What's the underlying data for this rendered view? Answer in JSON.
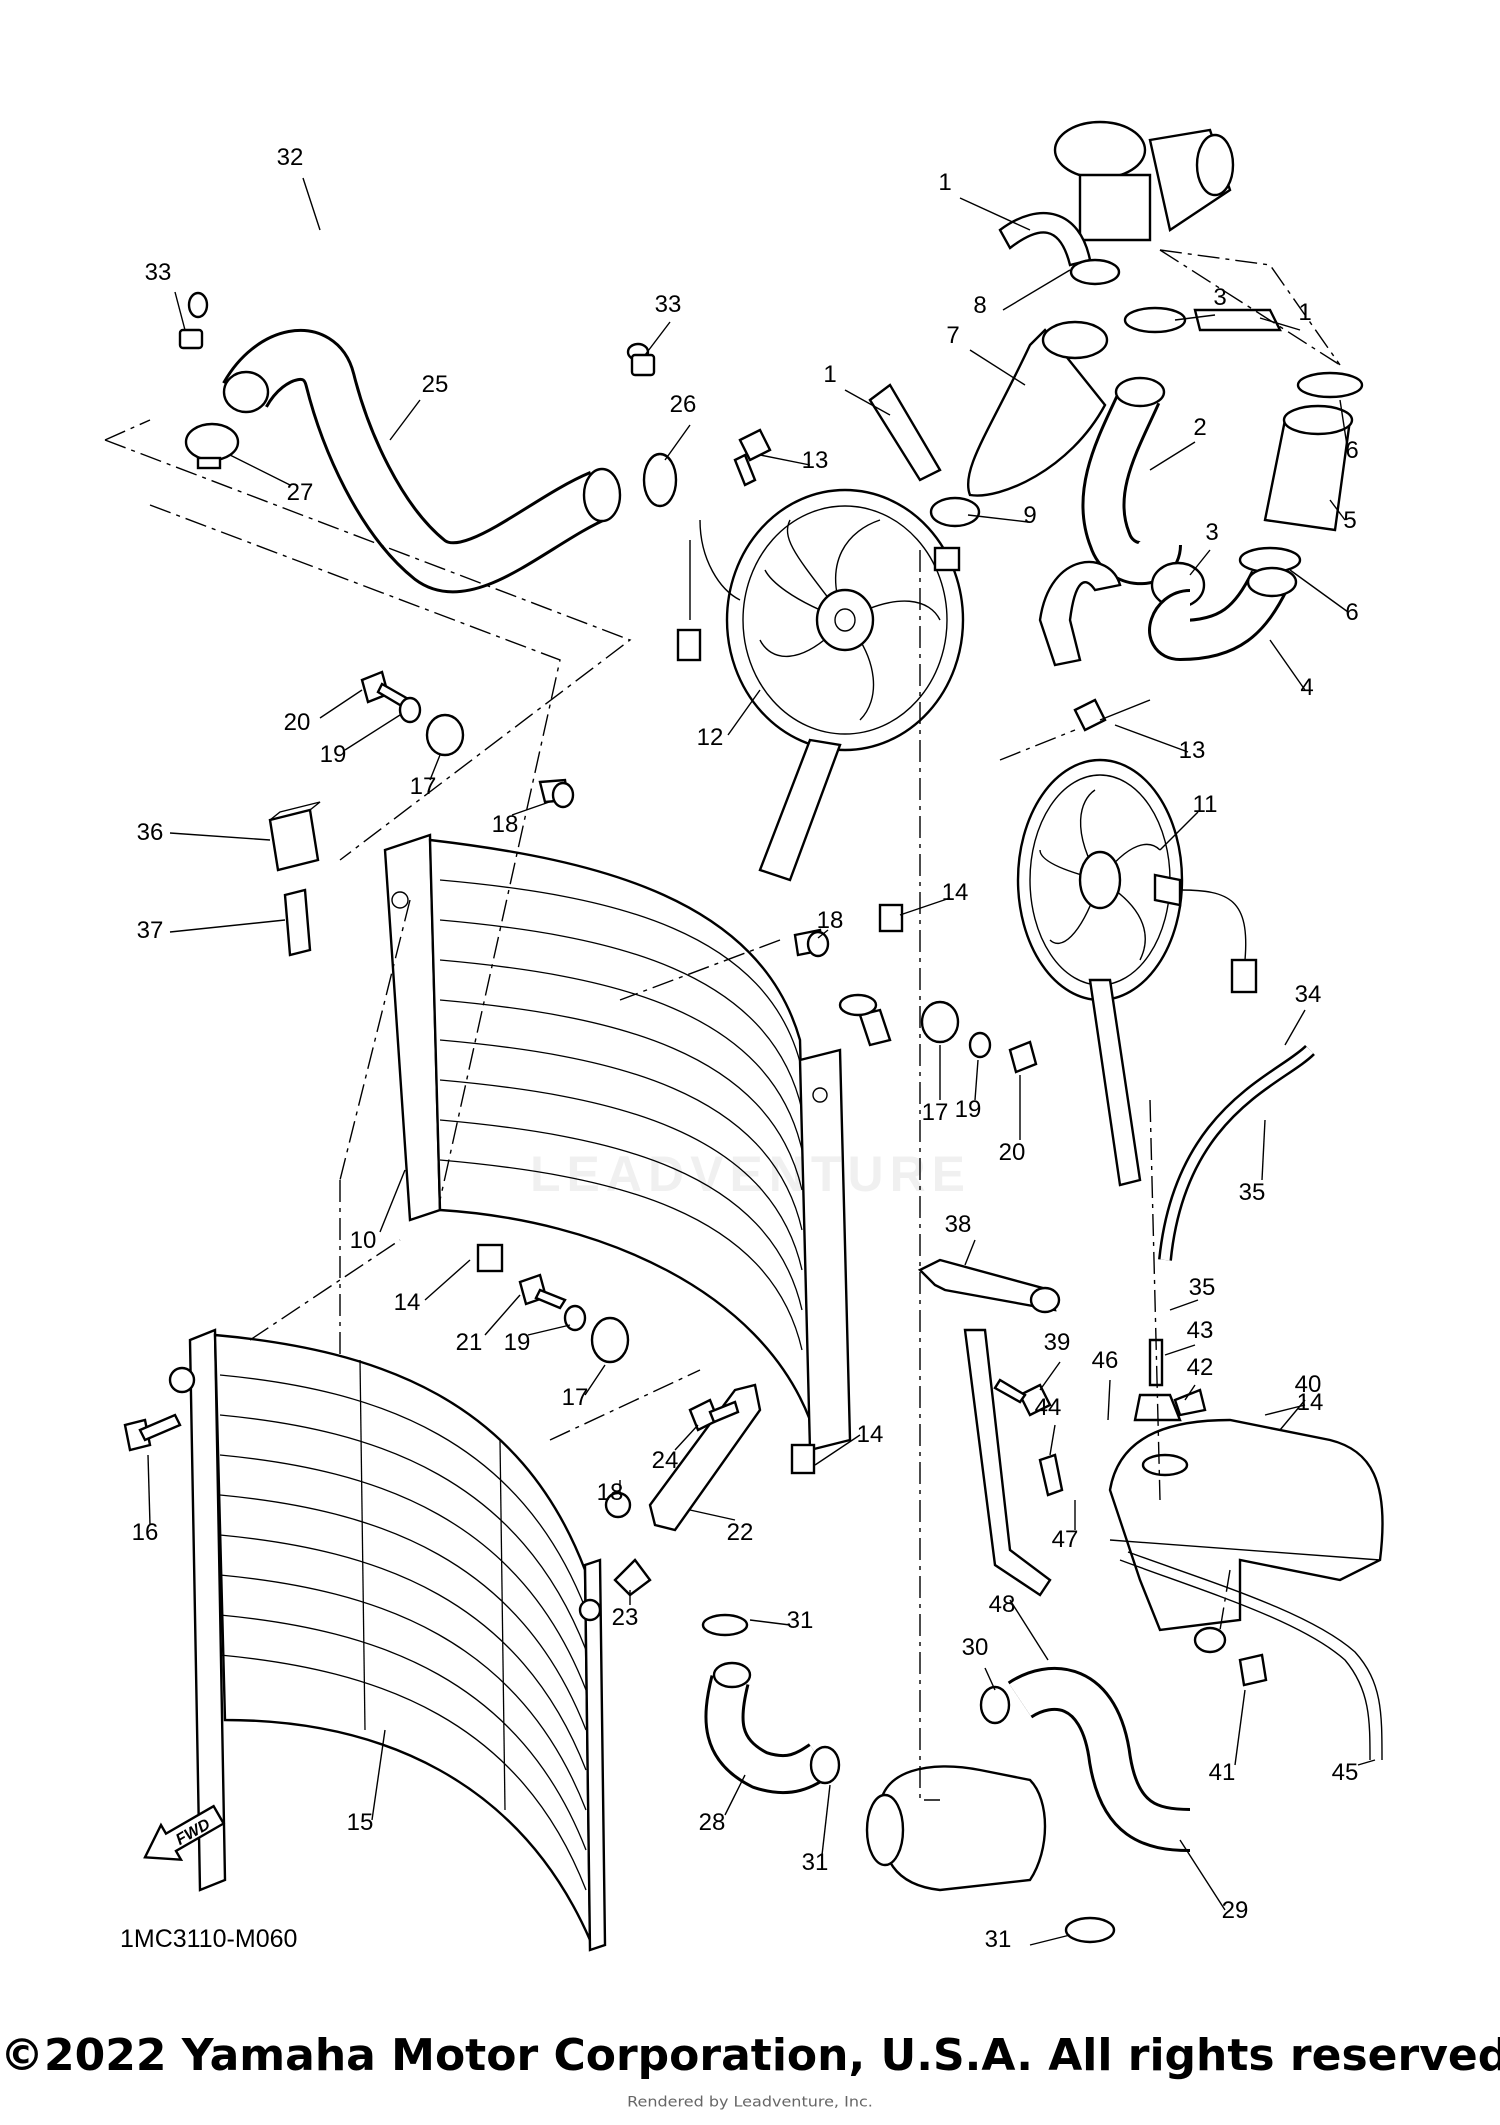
{
  "diagram_code": "1MC3110-M060",
  "copyright": "©2022 Yamaha Motor Corporation, U.S.A. All rights reserved.",
  "rendered_by": "Rendered by Leadventure, Inc.",
  "watermark": "LEADVENTURE",
  "fwd_label": "FWD",
  "callouts": [
    "1",
    "1",
    "1",
    "2",
    "3",
    "3",
    "4",
    "5",
    "6",
    "6",
    "7",
    "8",
    "9",
    "10",
    "11",
    "12",
    "13",
    "13",
    "14",
    "14",
    "14",
    "14",
    "15",
    "16",
    "17",
    "17",
    "17",
    "18",
    "18",
    "18",
    "19",
    "19",
    "19",
    "20",
    "20",
    "21",
    "22",
    "23",
    "24",
    "25",
    "26",
    "27",
    "28",
    "29",
    "30",
    "31",
    "31",
    "31",
    "32",
    "33",
    "33",
    "34",
    "35",
    "35",
    "36",
    "37",
    "38",
    "39",
    "40",
    "41",
    "42",
    "43",
    "44",
    "45",
    "46",
    "47",
    "48"
  ]
}
